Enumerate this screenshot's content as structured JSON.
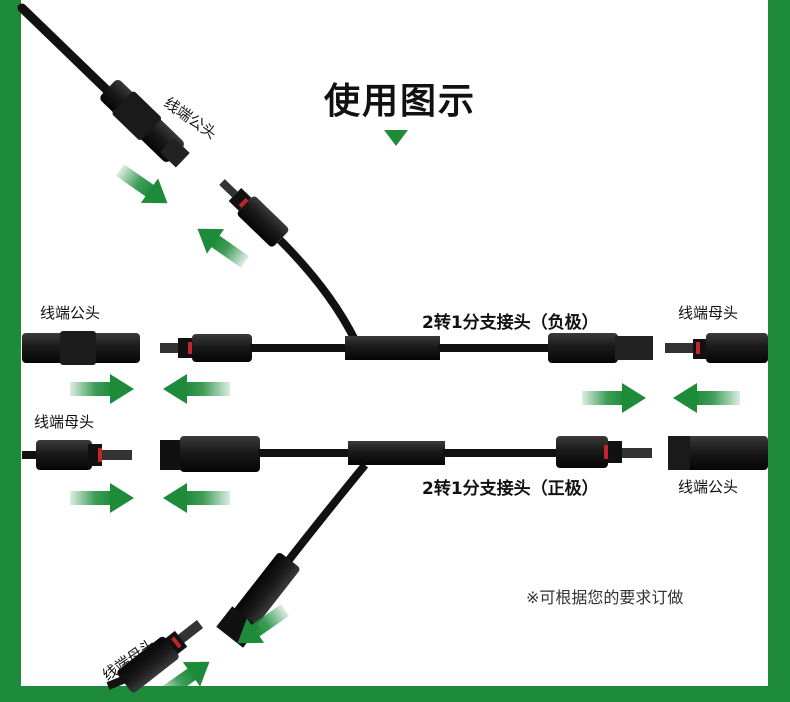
{
  "title": "使用图示",
  "labels": {
    "top_male": "线端公头",
    "left_male": "线端公头",
    "left_female": "线端母头",
    "right_female": "线端母头",
    "right_male": "线端公头",
    "bottom_female": "线端母头"
  },
  "connectors": {
    "negative": "2转1分支接头（负极）",
    "positive": "2转1分支接头（正极）"
  },
  "note": "※可根据您的要求订做",
  "colors": {
    "frame_green": "#1e8b3a",
    "arrow_green": "#1e8b3a",
    "cable": "#111111"
  }
}
